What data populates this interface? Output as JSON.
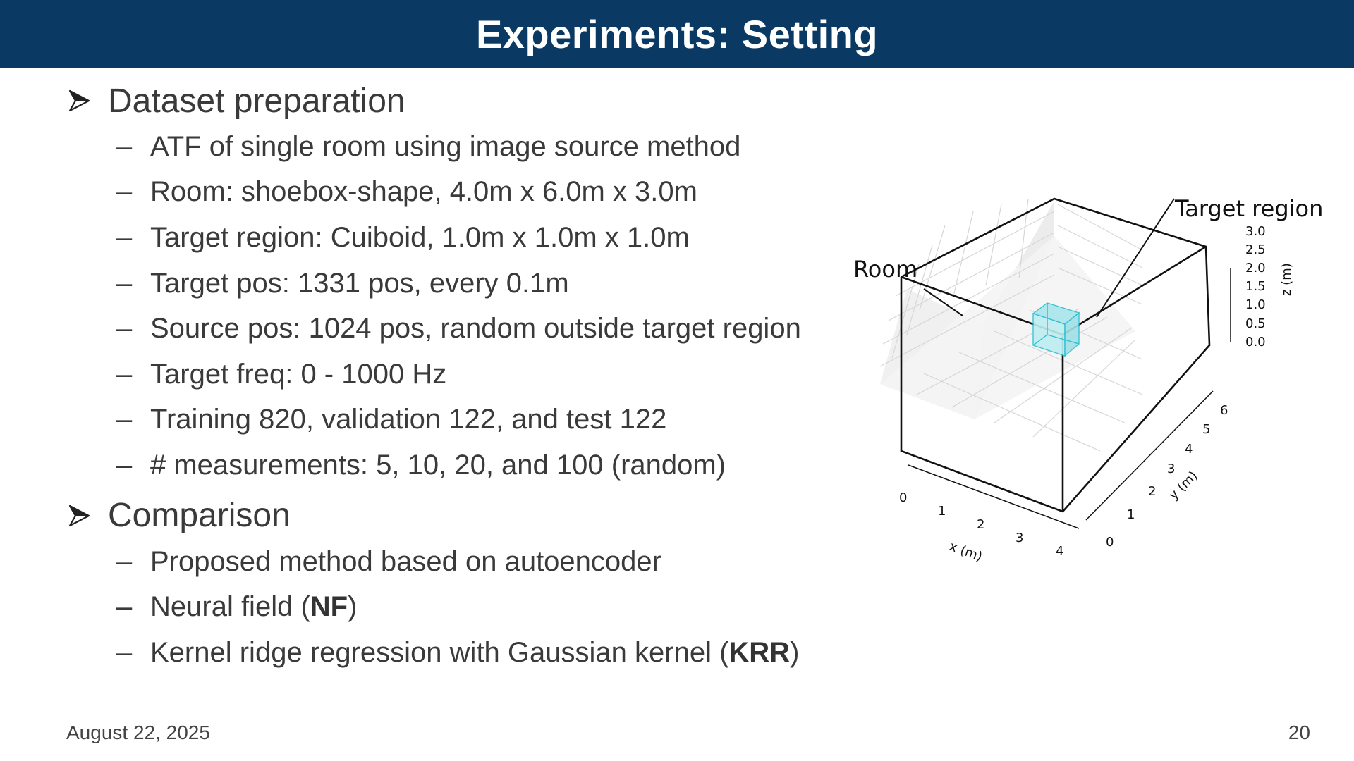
{
  "header": {
    "title": "Experiments: Setting"
  },
  "sections": [
    {
      "title": "Dataset preparation",
      "items": [
        "ATF of single room using image source method",
        "Room: shoebox-shape, 4.0m x 6.0m x 3.0m",
        "Target region: Cuiboid, 1.0m x 1.0m x 1.0m",
        "Target pos: 1331 pos, every 0.1m",
        "Source pos: 1024 pos, random outside target region",
        "Target freq: 0 - 1000 Hz",
        "Training 820, validation 122, and test 122",
        "# measurements: 5, 10, 20, and 100 (random)"
      ]
    },
    {
      "title": "Comparison",
      "items": [
        "Proposed method based on autoencoder"
      ],
      "rich_items": [
        {
          "before": "Neural field (",
          "bold": "NF",
          "after": ")"
        },
        {
          "before": "Kernel ridge regression with Gaussian kernel (",
          "bold": "KRR",
          "after": ")"
        }
      ]
    }
  ],
  "figure": {
    "annotations": {
      "room": "Room",
      "target_region": "Target region"
    },
    "x_axis": {
      "label": "x (m)",
      "ticks": [
        "0",
        "1",
        "2",
        "3",
        "4"
      ]
    },
    "y_axis": {
      "label": "y (m)",
      "ticks": [
        "0",
        "1",
        "2",
        "3",
        "4",
        "5",
        "6"
      ]
    },
    "z_axis": {
      "label": "z (m)",
      "ticks": [
        "0.0",
        "0.5",
        "1.0",
        "1.5",
        "2.0",
        "2.5",
        "3.0"
      ]
    },
    "target_color": "#2bbfcf"
  },
  "footer": {
    "date": "August 22, 2025",
    "page": "20"
  }
}
